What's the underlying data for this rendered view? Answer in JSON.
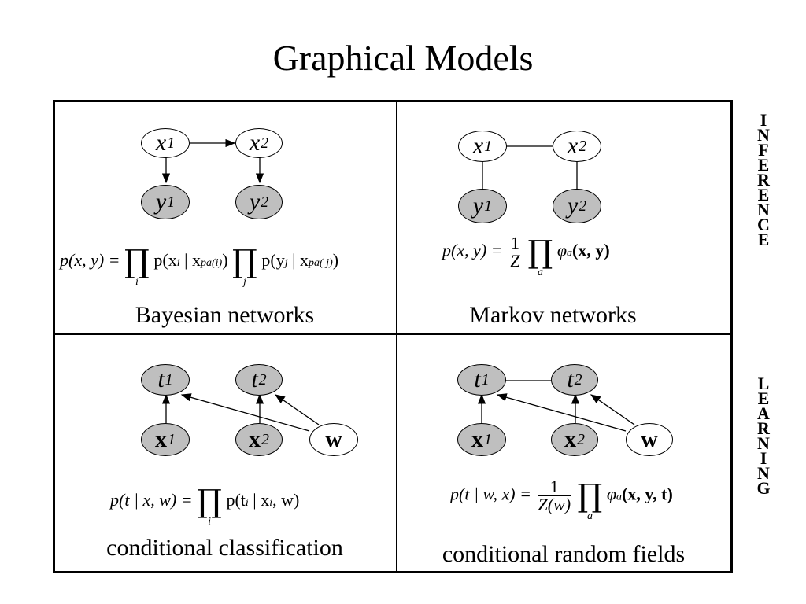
{
  "slide": {
    "title": "Graphical Models"
  },
  "sidebar": {
    "inference": "I\nN\nF\nE\nR\nE\nN\nC\nE",
    "learning": "L\nE\nA\nR\nN\nI\nN\nG"
  },
  "panels": {
    "bayesian": {
      "caption": "Bayesian networks",
      "nodes": [
        {
          "base": "x",
          "sub": "1"
        },
        {
          "base": "x",
          "sub": "2"
        },
        {
          "base": "y",
          "sub": "1"
        },
        {
          "base": "y",
          "sub": "2"
        }
      ],
      "formula": {
        "lhs": "p(x, y) =",
        "term1": "p(x",
        "term1_sub": "i",
        "term1_mid": " | x",
        "term1_pa": "pa(i)",
        "term2": "p(y",
        "term2_sub": "j",
        "term2_mid": " | x",
        "term2_pa": "pa( j)",
        "idx1": "i",
        "idx2": "j"
      }
    },
    "markov": {
      "caption": "Markov networks",
      "nodes": [
        {
          "base": "x",
          "sub": "1"
        },
        {
          "base": "x",
          "sub": "2"
        },
        {
          "base": "y",
          "sub": "1"
        },
        {
          "base": "y",
          "sub": "2"
        }
      ],
      "formula": {
        "lhs": "p(x, y) =",
        "num": "1",
        "den": "Z",
        "idx": "a",
        "phi": "φ",
        "phi_sub": "a",
        "args": "(x, y)"
      }
    },
    "classification": {
      "caption": "conditional classification",
      "nodes": [
        {
          "base": "t",
          "sub": "1"
        },
        {
          "base": "t",
          "sub": "2"
        },
        {
          "base": "x",
          "sub": "1"
        },
        {
          "base": "x",
          "sub": "2"
        },
        {
          "base": "w",
          "sub": ""
        }
      ],
      "formula": {
        "lhs": "p(t | x, w) =",
        "idx": "i",
        "term": "p(t",
        "term_sub": "i",
        "term_mid": " | x",
        "term_sub2": "i",
        "term_end": ", w)"
      }
    },
    "crf": {
      "caption": "conditional random fields",
      "nodes": [
        {
          "base": "t",
          "sub": "1"
        },
        {
          "base": "t",
          "sub": "2"
        },
        {
          "base": "x",
          "sub": "1"
        },
        {
          "base": "x",
          "sub": "2"
        },
        {
          "base": "w",
          "sub": ""
        }
      ],
      "formula": {
        "lhs": "p(t | w, x) =",
        "num": "1",
        "den": "Z(w)",
        "idx": "a",
        "phi": "φ",
        "phi_sub": "a",
        "args": "(x, y, t)"
      }
    }
  }
}
